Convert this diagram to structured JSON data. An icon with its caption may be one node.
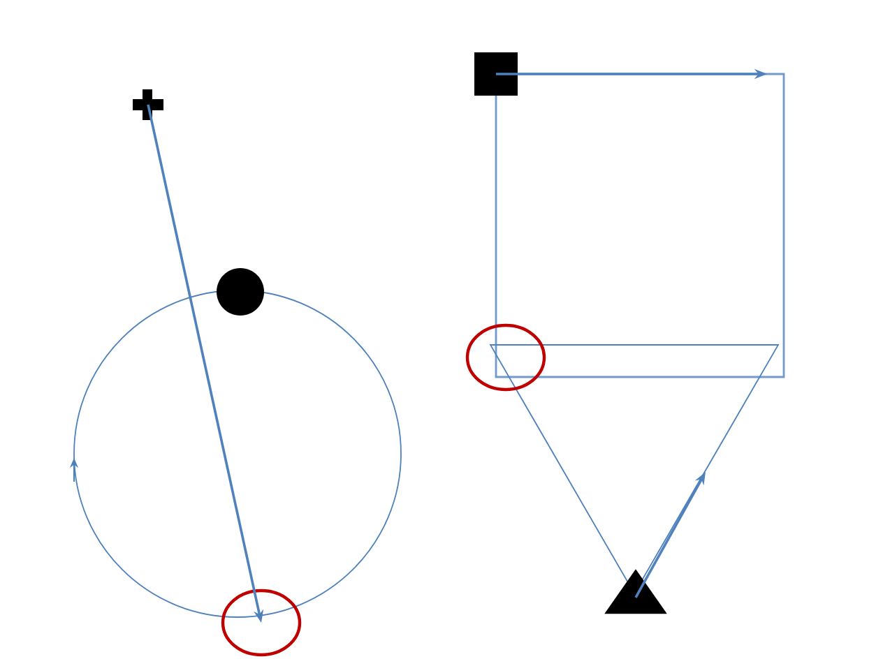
{
  "diagram": {
    "nodes": [
      {
        "text": [],
        "shape": "cross"
      },
      {
        "text": [],
        "shape": "circle"
      },
      {
        "text": [],
        "shape": "circle"
      },
      {
        "text": [],
        "shape": "box"
      },
      {
        "text": [],
        "shape": "circle"
      },
      {
        "text": [],
        "shape": "triangle"
      }
    ],
    "edges": [
      {
        "from": 0,
        "to": 2,
        "arrow": "to"
      },
      {
        "from": 3,
        "to": null,
        "arrow": "to"
      },
      {
        "from": 5,
        "to": null,
        "arrow": "to"
      }
    ]
  }
}
